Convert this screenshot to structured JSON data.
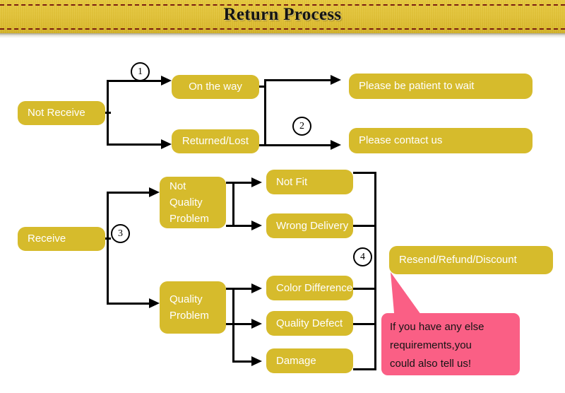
{
  "header": {
    "title": "Return Process"
  },
  "flow": {
    "nodes": {
      "not_receive": "Not Receive",
      "on_the_way": "On the way",
      "returned_lost": "Returned/Lost",
      "please_wait": "Please be patient to wait",
      "please_contact": "Please contact us",
      "receive": "Receive",
      "not_quality_problem": "Not\nQuality\nProblem",
      "quality_problem": "Quality\nProblem",
      "not_fit": "Not Fit",
      "wrong_delivery": "Wrong Delivery",
      "color_difference": "Color Difference",
      "quality_defect": "Quality Defect",
      "damage": "Damage",
      "resend_refund_discount": "Resend/Refund/Discount"
    },
    "steps": {
      "step1": "1",
      "step2": "2",
      "step3": "3",
      "step4": "4"
    }
  },
  "callout": {
    "text": "If you have any else\nrequirements,you\ncould also tell us!"
  },
  "colors": {
    "node_fill": "#d6bb2c",
    "header_band": "#e4c436",
    "header_dash": "#7a1d12",
    "callout_fill": "#fa5f85",
    "connector": "#000000",
    "node_text": "#ffffff"
  }
}
